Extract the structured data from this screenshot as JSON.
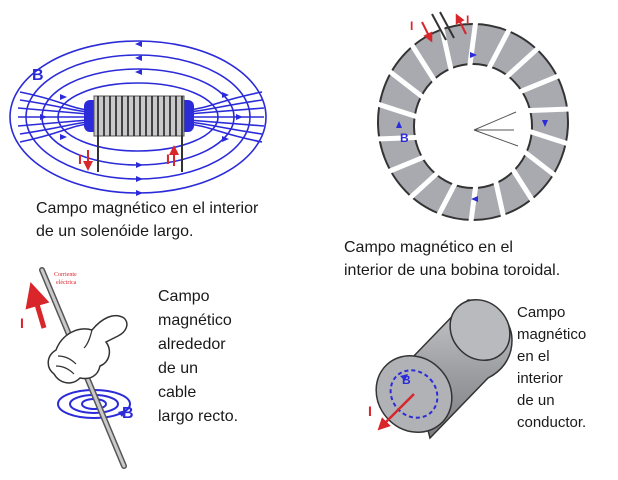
{
  "colors": {
    "field": "#2b2bd9",
    "current": "#d8262b",
    "core": "#a9aab0",
    "coil": "#ffffff",
    "outline": "#333333",
    "text": "#1a1a1a"
  },
  "solenoid": {
    "field_label": "B",
    "current_label_left": "I",
    "current_label_right": "I",
    "caption": [
      "Campo magnético en el interior",
      "de un solenóide largo."
    ]
  },
  "toroid": {
    "current_label_in": "I",
    "current_label_out": "I",
    "field_label": "B",
    "caption": [
      "Campo magnético en el",
      "interior de una bobina toroidal."
    ]
  },
  "straight_wire": {
    "current_note": [
      "Corriente",
      "eléctrica"
    ],
    "current_label": "I",
    "field_label": "B",
    "caption": [
      "Campo",
      "magnético",
      "alrededor",
      "de un",
      "cable",
      "largo recto."
    ]
  },
  "conductor": {
    "field_label": "B",
    "current_label": "I",
    "caption": [
      "Campo",
      "magnético",
      "en el",
      "interior",
      "de un",
      "conductor."
    ]
  }
}
